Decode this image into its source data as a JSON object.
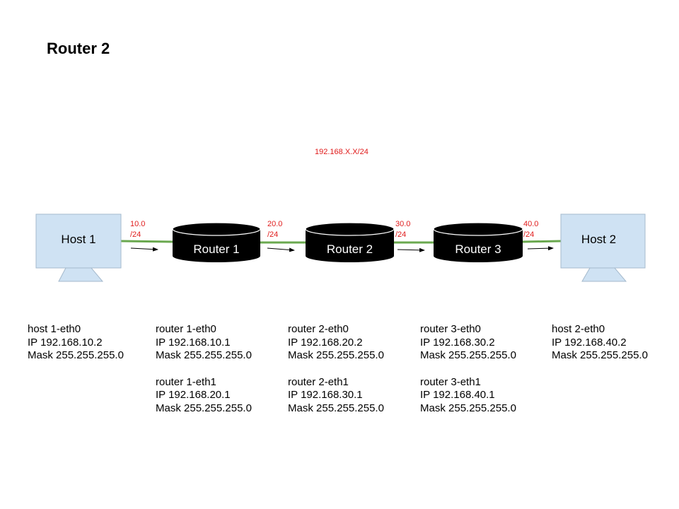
{
  "title": "Router 2",
  "network_label": "192.168.X.X/24",
  "subnets": [
    {
      "net": "10.0",
      "mask": "/24"
    },
    {
      "net": "20.0",
      "mask": "/24"
    },
    {
      "net": "30.0",
      "mask": "/24"
    },
    {
      "net": "40.0",
      "mask": "/24"
    }
  ],
  "nodes": {
    "host1": {
      "label": "Host 1"
    },
    "router1": {
      "label": "Router 1"
    },
    "router2": {
      "label": "Router 2"
    },
    "router3": {
      "label": "Router 3"
    },
    "host2": {
      "label": "Host 2"
    }
  },
  "interfaces": {
    "host1": {
      "eth0": {
        "name": "host 1-eth0",
        "ip": "IP 192.168.10.2",
        "mask": "Mask 255.255.255.0"
      }
    },
    "router1": {
      "eth0": {
        "name": "router 1-eth0",
        "ip": "IP 192.168.10.1",
        "mask": "Mask 255.255.255.0"
      },
      "eth1": {
        "name": "router 1-eth1",
        "ip": "IP 192.168.20.1",
        "mask": "Mask 255.255.255.0"
      }
    },
    "router2": {
      "eth0": {
        "name": "router 2-eth0",
        "ip": "IP 192.168.20.2",
        "mask": "Mask 255.255.255.0"
      },
      "eth1": {
        "name": "router 2-eth1",
        "ip": "IP 192.168.30.1",
        "mask": "Mask 255.255.255.0"
      }
    },
    "router3": {
      "eth0": {
        "name": "router 3-eth0",
        "ip": "IP 192.168.30.2",
        "mask": "Mask 255.255.255.0"
      },
      "eth1": {
        "name": "router 3-eth1",
        "ip": "IP 192.168.40.1",
        "mask": "Mask 255.255.255.0"
      }
    },
    "host2": {
      "eth0": {
        "name": "host 2-eth0",
        "ip": "IP 192.168.40.2",
        "mask": "Mask 255.255.255.0"
      }
    }
  },
  "colors": {
    "link": "#6aa84f",
    "host_fill": "#cfe2f3",
    "router_fill": "#000000",
    "label_red": "#e01b1b"
  }
}
